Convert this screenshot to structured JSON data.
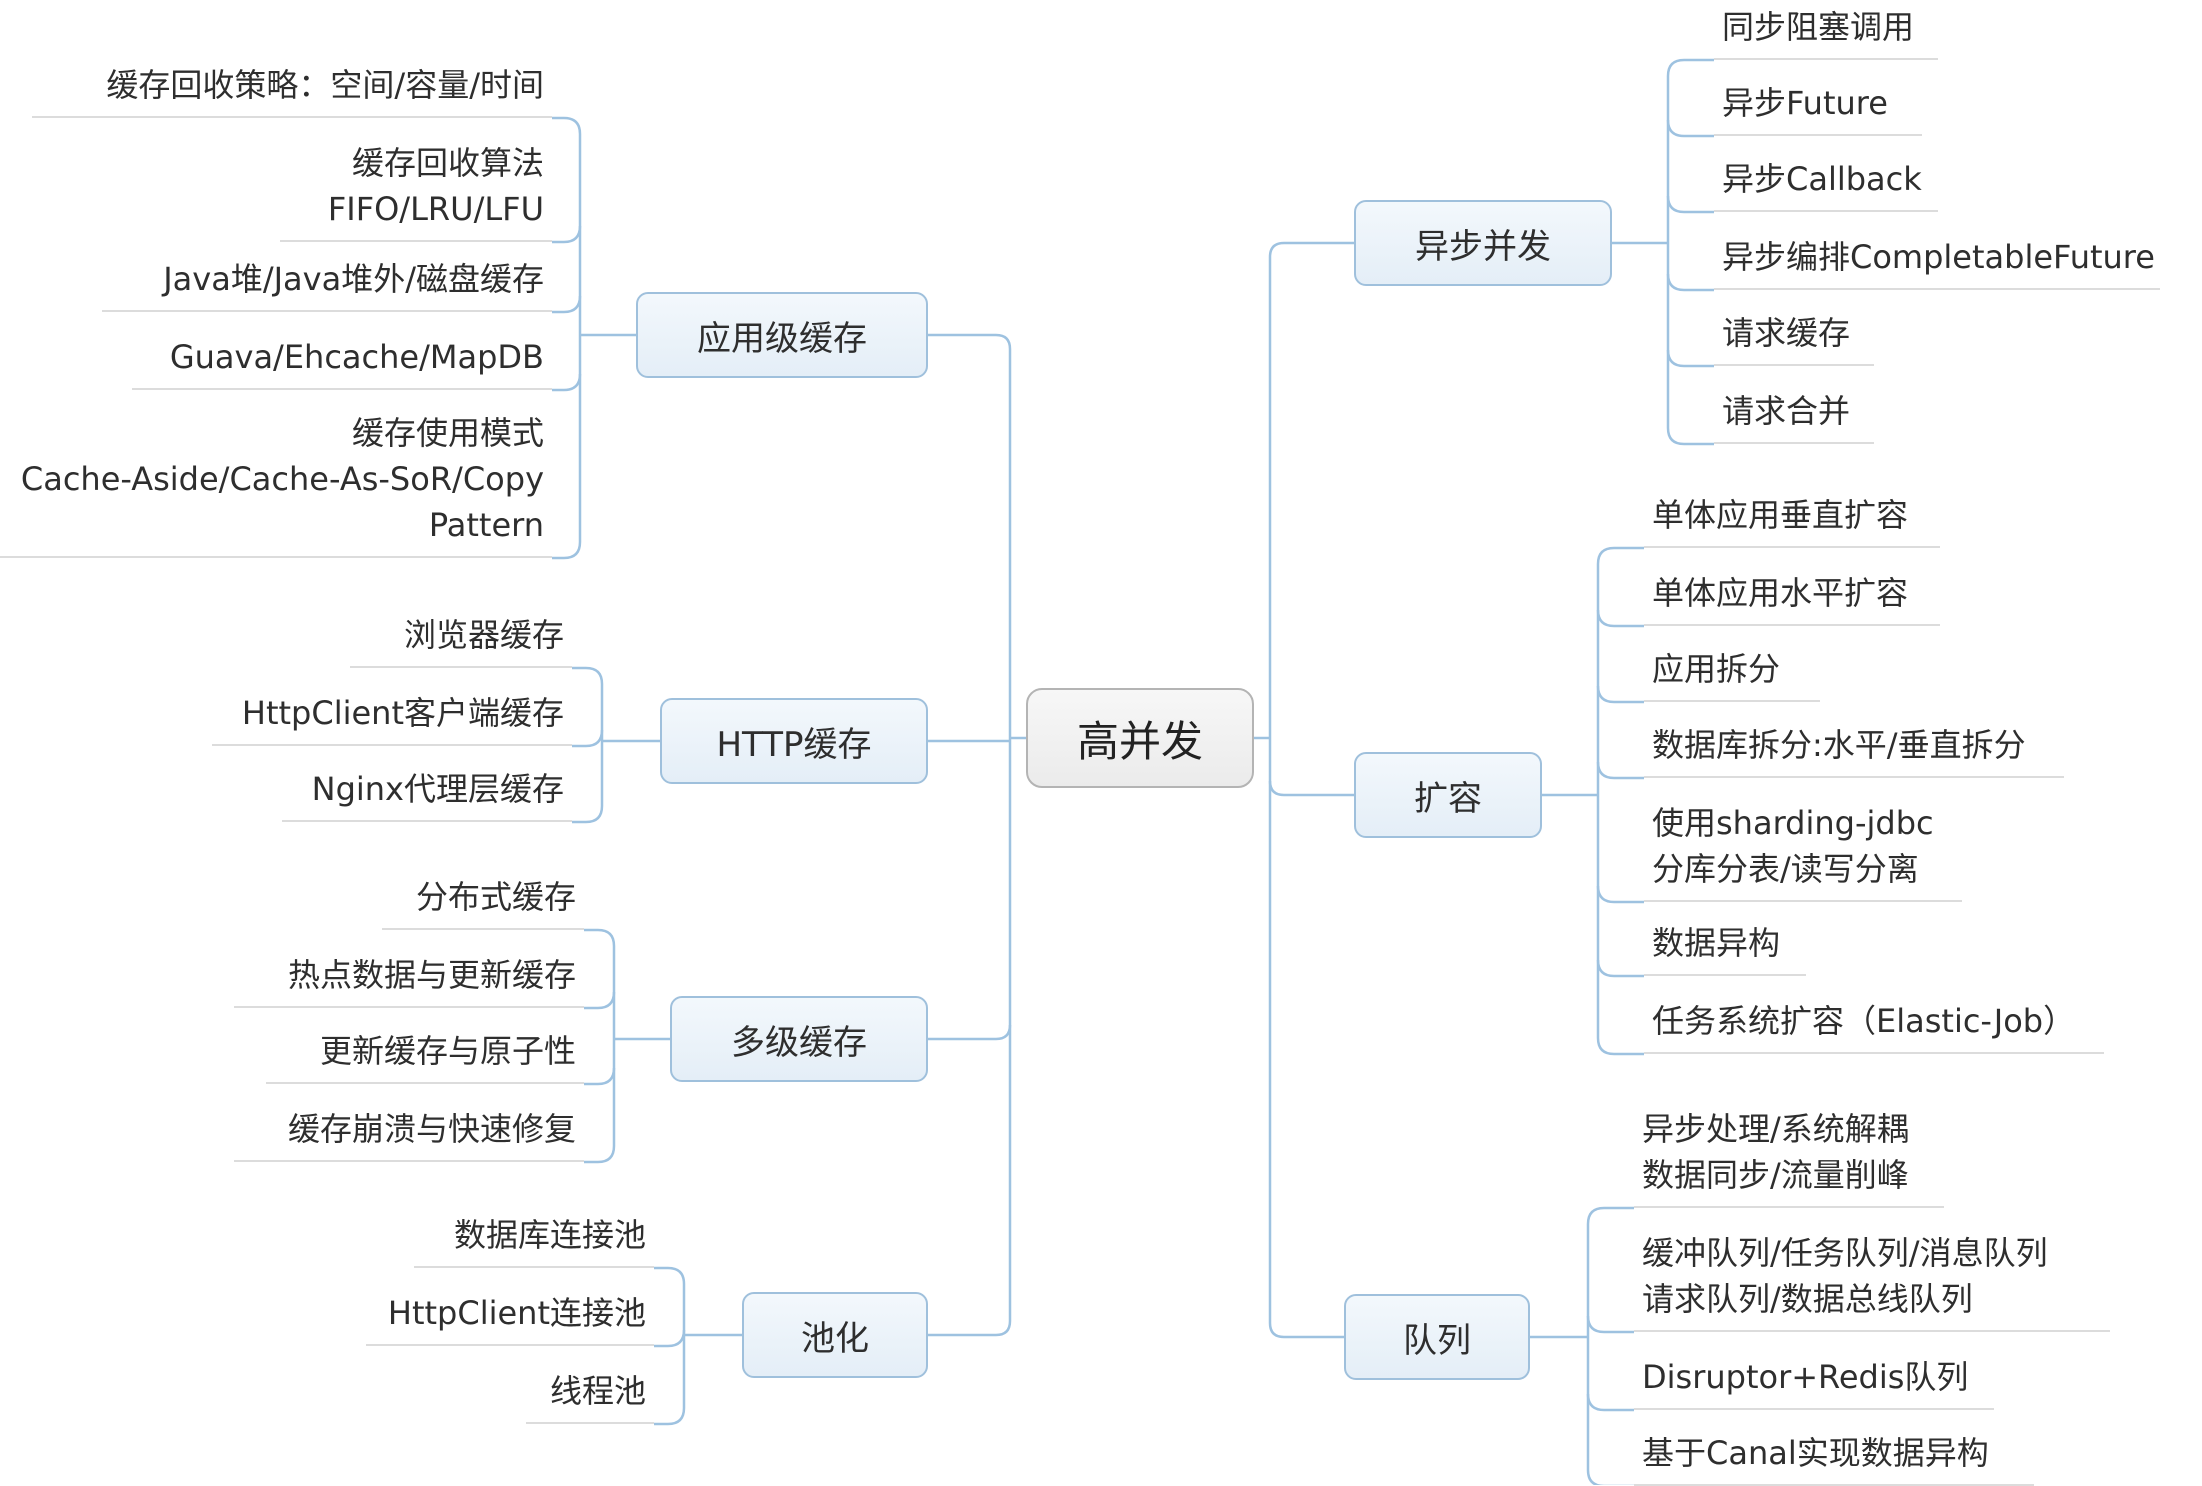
{
  "center": "高并发",
  "branches": {
    "app_cache": {
      "label": "应用级缓存",
      "items": [
        [
          "缓存回收策略：空间/容量/时间"
        ],
        [
          "缓存回收算法",
          "FIFO/LRU/LFU"
        ],
        [
          "Java堆/Java堆外/磁盘缓存"
        ],
        [
          "Guava/Ehcache/MapDB"
        ],
        [
          "缓存使用模式",
          "Cache-Aside/Cache-As-SoR/Copy",
          "Pattern"
        ]
      ]
    },
    "http_cache": {
      "label": "HTTP缓存",
      "items": [
        [
          "浏览器缓存"
        ],
        [
          "HttpClient客户端缓存"
        ],
        [
          "Nginx代理层缓存"
        ]
      ]
    },
    "multi_cache": {
      "label": "多级缓存",
      "items": [
        [
          "分布式缓存"
        ],
        [
          "热点数据与更新缓存"
        ],
        [
          "更新缓存与原子性"
        ],
        [
          "缓存崩溃与快速修复"
        ]
      ]
    },
    "pooling": {
      "label": "池化",
      "items": [
        [
          "数据库连接池"
        ],
        [
          "HttpClient连接池"
        ],
        [
          "线程池"
        ]
      ]
    },
    "async": {
      "label": "异步并发",
      "items": [
        [
          "同步阻塞调用"
        ],
        [
          "异步Future"
        ],
        [
          "异步Callback"
        ],
        [
          "异步编排CompletableFuture"
        ],
        [
          "请求缓存"
        ],
        [
          "请求合并"
        ]
      ]
    },
    "scale": {
      "label": "扩容",
      "items": [
        [
          "单体应用垂直扩容"
        ],
        [
          "单体应用水平扩容"
        ],
        [
          "应用拆分"
        ],
        [
          "数据库拆分:水平/垂直拆分"
        ],
        [
          "使用sharding-jdbc",
          "分库分表/读写分离"
        ],
        [
          "数据异构"
        ],
        [
          "任务系统扩容（Elastic-Job）"
        ]
      ]
    },
    "queue": {
      "label": "队列",
      "items": [
        [
          "异步处理/系统解耦",
          "数据同步/流量削峰"
        ],
        [
          "缓冲队列/任务队列/消息队列",
          "请求队列/数据总线队列"
        ],
        [
          "Disruptor+Redis队列"
        ],
        [
          "基于Canal实现数据异构"
        ]
      ]
    }
  },
  "colors": {
    "line": "#9ec2e0",
    "leaf_underline": "#dcdcdc",
    "node_border": "#9fc0dc",
    "node_fill": "#e8f1f9",
    "center_border": "#b4b4b4",
    "center_fill": "#efefef",
    "text": "#2e2e2e"
  }
}
